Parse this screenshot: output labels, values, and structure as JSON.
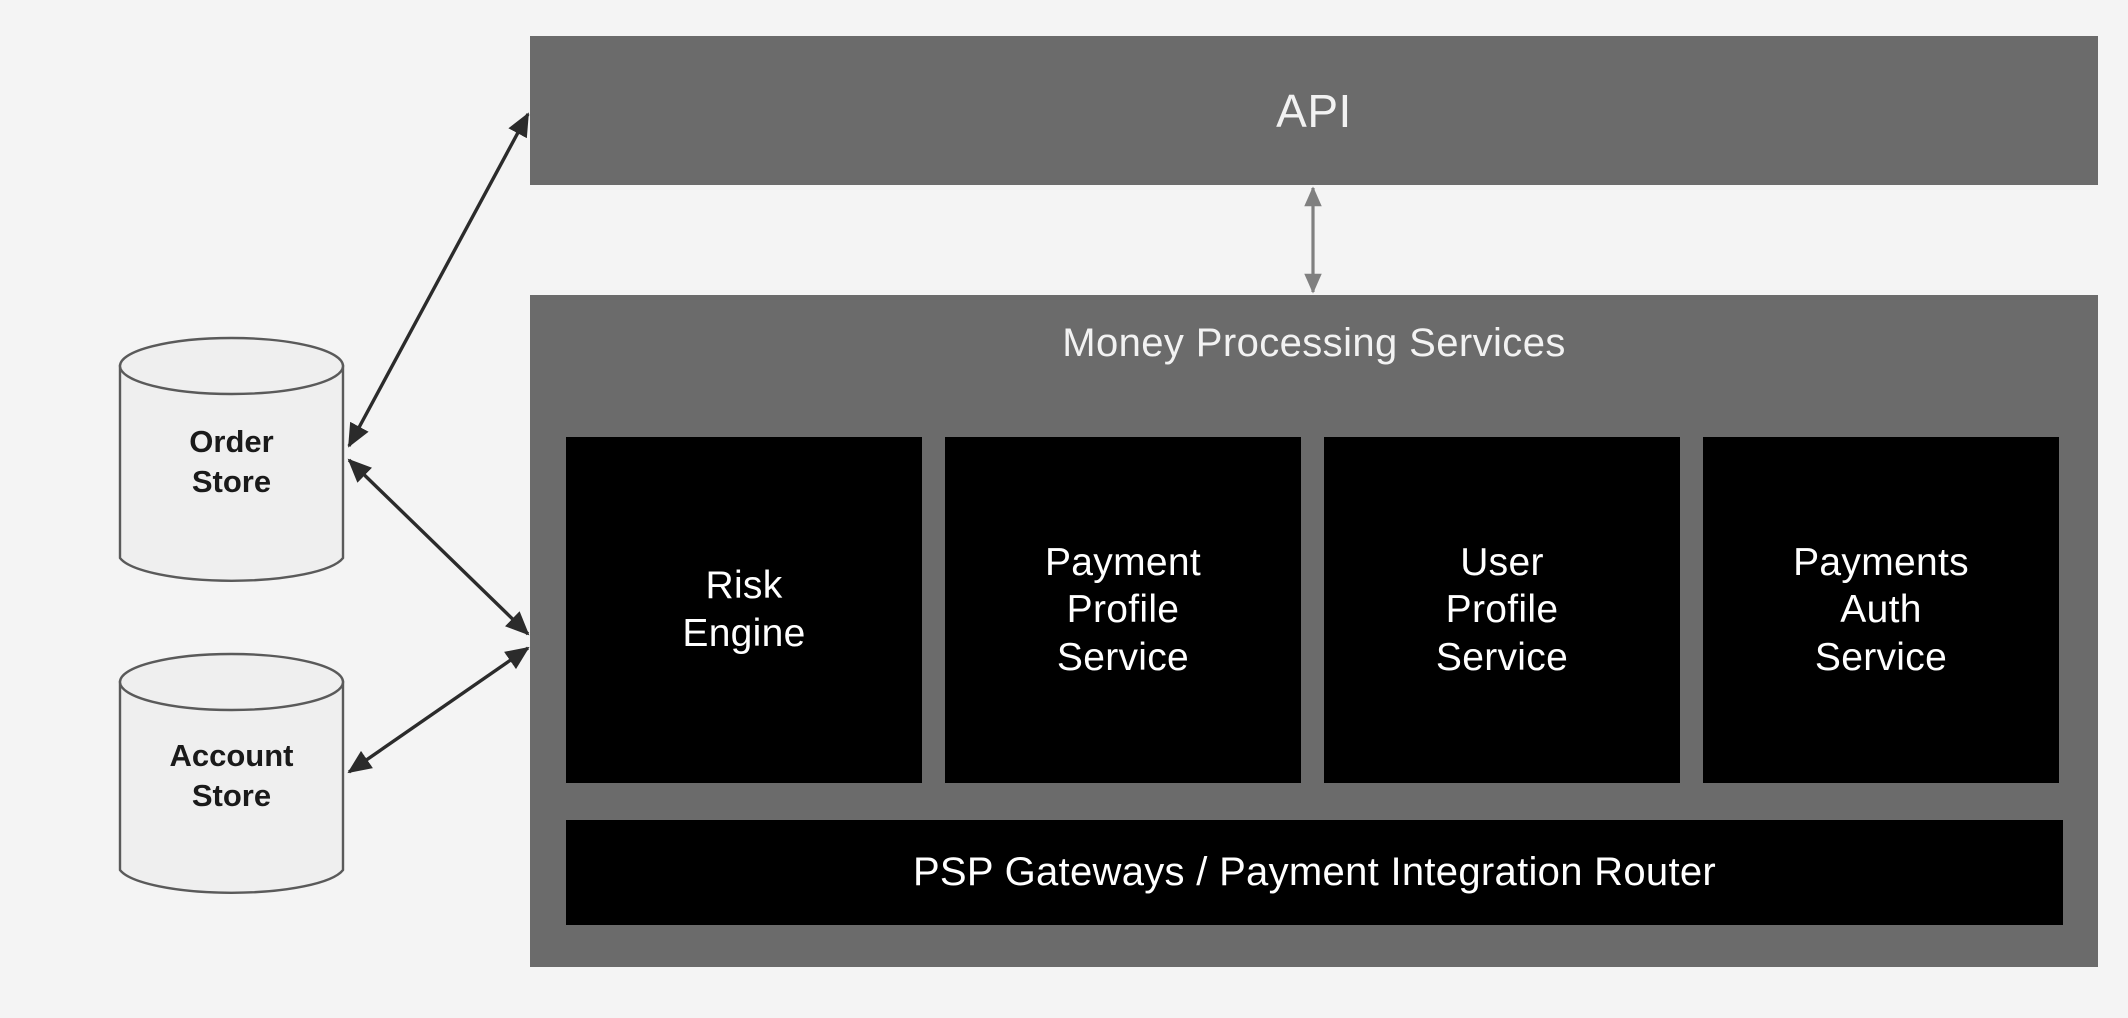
{
  "diagram": {
    "background_color": "#f4f4f4",
    "container_color": "#6b6b6b",
    "card_color": "#000000",
    "card_text_color": "#ffffff",
    "datastore_fill": "#efefef",
    "datastore_stroke": "#5a5a5a",
    "connector_color": "#2b2b2b",
    "vertical_connector_color": "#808080"
  },
  "api": {
    "label": "API"
  },
  "money_processing_services": {
    "title": "Money Processing Services",
    "services": [
      {
        "label": "Risk\nEngine"
      },
      {
        "label": "Payment\nProfile\nService"
      },
      {
        "label": "User\nProfile\nService"
      },
      {
        "label": "Payments\nAuth\nService"
      }
    ],
    "router": {
      "label": "PSP Gateways / Payment Integration Router"
    }
  },
  "datastores": [
    {
      "label": "Order\nStore"
    },
    {
      "label": "Account\nStore"
    }
  ],
  "connections": [
    {
      "from": "Order Store",
      "to": "API",
      "style": "bidirectional"
    },
    {
      "from": "Order Store",
      "to": "Money Processing Services",
      "style": "bidirectional"
    },
    {
      "from": "Account Store",
      "to": "Money Processing Services",
      "style": "bidirectional"
    },
    {
      "from": "API",
      "to": "Money Processing Services",
      "style": "bidirectional"
    }
  ]
}
